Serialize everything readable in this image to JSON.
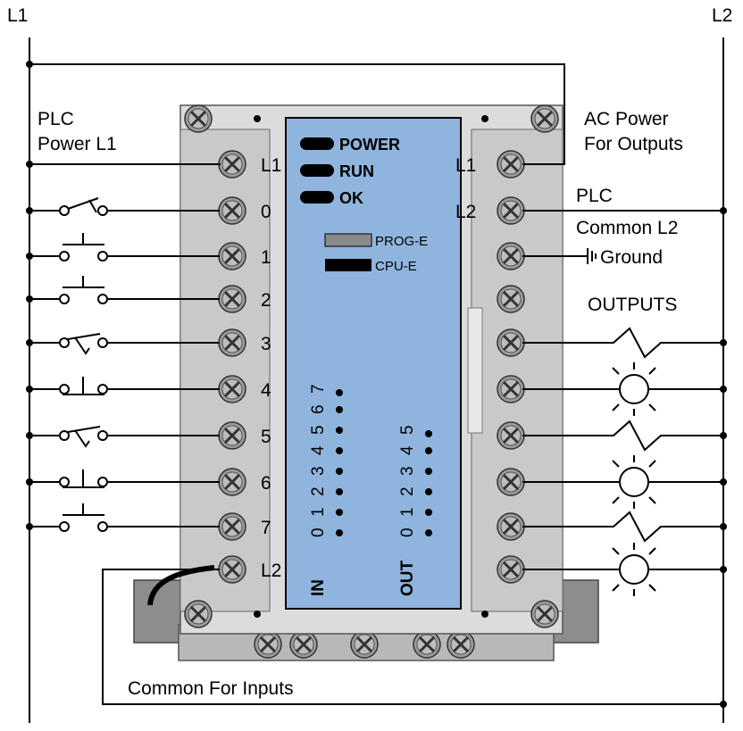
{
  "rails": {
    "left": "L1",
    "right": "L2"
  },
  "labels": {
    "plc_power_l1_line1": "PLC",
    "plc_power_l1_line2": "Power L1",
    "ac_power_line1": "AC Power",
    "ac_power_line2": "For Outputs",
    "plc_common_line1": "PLC",
    "plc_common_line2": "Common L2",
    "ground": "Ground",
    "outputs": "OUTPUTS",
    "common_inputs": "Common For Inputs"
  },
  "terminals": {
    "left": [
      "L1",
      "0",
      "1",
      "2",
      "3",
      "4",
      "5",
      "6",
      "7",
      "L2"
    ],
    "right_l1": "L1",
    "right_l2": "L2"
  },
  "panel": {
    "leds": [
      "POWER",
      "RUN",
      "OK"
    ],
    "status": [
      "PROG-E",
      "CPU-E"
    ],
    "in_label": "IN",
    "out_label": "OUT",
    "in_indicators": [
      "0",
      "1",
      "2",
      "3",
      "4",
      "5",
      "6",
      "7"
    ],
    "out_indicators": [
      "0",
      "1",
      "2",
      "3",
      "4",
      "5"
    ]
  },
  "colors": {
    "panel": "#8fb5de",
    "terminal_block": "#cfcfcf",
    "screw": "#9a9a9a",
    "wire": "#000000"
  }
}
